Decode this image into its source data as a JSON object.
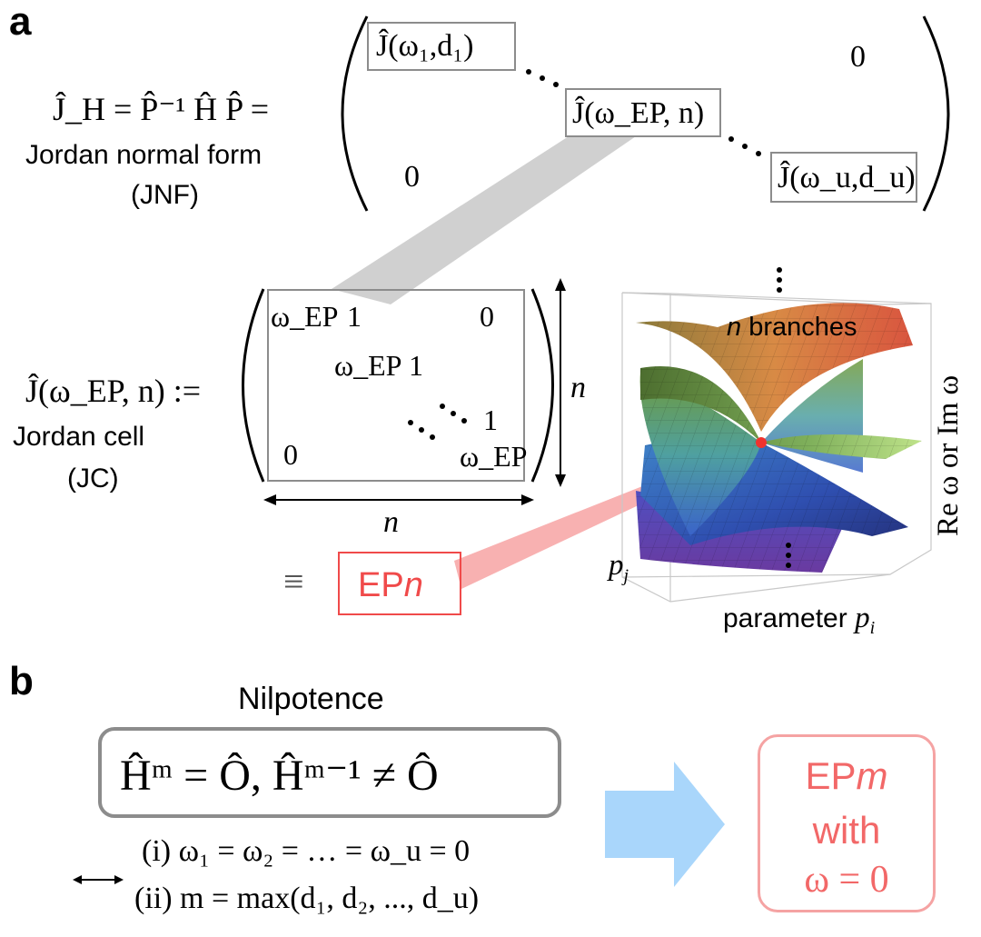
{
  "panel_a": {
    "label": "a",
    "jnf_equation": "Ĵ_H = P̂⁻¹ Ĥ P̂ =",
    "jnf_caption_line1": "Jordan normal form",
    "jnf_caption_line2": "(JNF)",
    "matrix_entries": {
      "j1": "Ĵ(ω₁,d₁)",
      "jep": "Ĵ(ω_EP, n)",
      "ju": "Ĵ(ω_u,d_u)",
      "zero_upper": "0",
      "zero_lower": "0"
    },
    "jordan_cell_def": "Ĵ(ω_EP, n) :=",
    "jc_caption_line1": "Jordan cell",
    "jc_caption_line2": "(JC)",
    "cell_entries": {
      "w1": "ω_EP",
      "one1": "1",
      "zero_tr": "0",
      "w2": "ω_EP",
      "one2": "1",
      "one3": "1",
      "zero_bl": "0",
      "w3": "ω_EP"
    },
    "n_right": "n",
    "n_bottom": "n",
    "equiv": "≡",
    "epn_text": "EP",
    "epn_n": "n",
    "plot": {
      "branches_n": "n",
      "branches_label": " branches",
      "axis_vertical": "Re ω  or  Im ω",
      "axis_pj": "p",
      "axis_pj_sub": "j",
      "axis_pi_text": "parameter ",
      "axis_pi": "p",
      "axis_pi_sub": "i"
    }
  },
  "panel_b": {
    "label": "b",
    "title": "Nilpotence",
    "condition": "Ĥᵐ = Ô,  Ĥᵐ⁻¹ ≠ Ô",
    "cond_i": "(i) ω₁ = ω₂ = … = ω_u = 0",
    "cond_ii": "(ii) m = max(d₁, d₂, ..., d_u)",
    "epm_line1": "EP",
    "epm_m": "m",
    "epm_line2": "with",
    "epm_line3": "ω = 0"
  },
  "colors": {
    "red": "#f04a4a",
    "pink": "#f5a3a3",
    "arrow_blue": "#a9d6fb",
    "gray_box": "#8c8c8c"
  }
}
